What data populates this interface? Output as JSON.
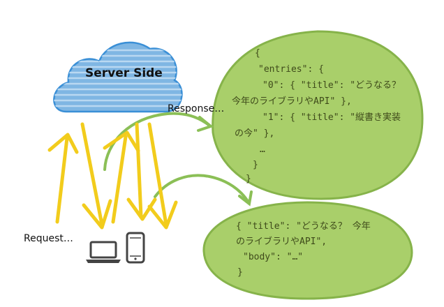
{
  "cloud": {
    "label": "Server Side"
  },
  "labels": {
    "response": "Response…",
    "request": "Request…"
  },
  "bubbles": {
    "large": {
      "lines": [
        "{",
        "  \"entries\": {",
        "    \"0\": { \"title\": \"どうなる？",
        "今年のライブラリやAPI\" },",
        "    \"1\": { \"title\": \"縦書き実装",
        "の今\" },",
        "        …",
        "    }",
        "}"
      ]
    },
    "small": {
      "lines": [
        "{ \"title\": \"どうなる？  今年",
        "のライブラリやAPI\",",
        "  \"body\": \"…\"",
        "}"
      ]
    }
  },
  "colors": {
    "cloud_fill": "#7fb6e3",
    "cloud_stripe": "#b9d8f1",
    "cloud_outline": "#3a8fd6",
    "bubble_fill": "#a9cf6a",
    "bubble_outline": "#86b34a",
    "green_arrow": "#8bbf56",
    "yellow_arrow": "#f2cc1c",
    "device": "#444444"
  },
  "icons": [
    "cloud-icon",
    "laptop-icon",
    "smartphone-icon"
  ]
}
